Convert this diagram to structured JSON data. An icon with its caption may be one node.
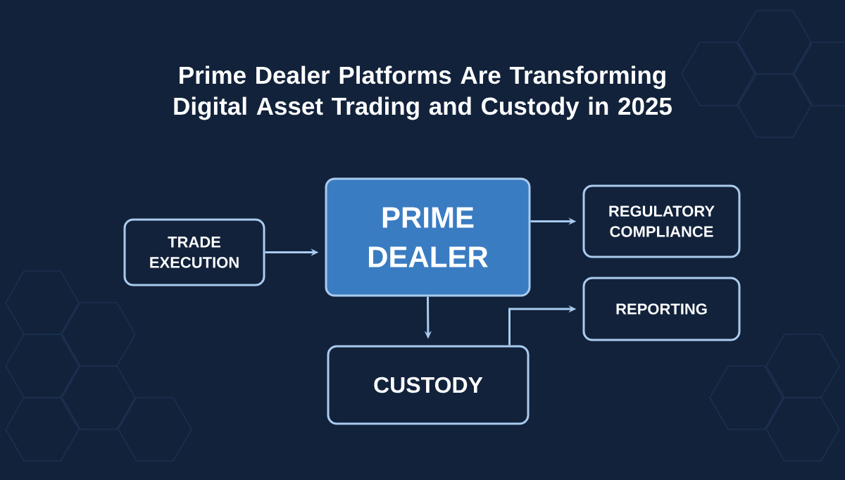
{
  "diagram": {
    "title": "Prime Dealer Platforms Are Transforming Digital Asset Trading and Custody in 2025",
    "nodes": [
      {
        "text": [
          "TRADE EXECUTION"
        ]
      },
      {
        "text": [
          "PRIME DEALER"
        ]
      },
      {
        "text": [
          "REGULATORY COMPLIANCE"
        ]
      },
      {
        "text": [
          "REPORTING"
        ]
      },
      {
        "text": [
          "CUSTODY"
        ]
      }
    ],
    "edges": [
      {
        "from": 0,
        "to": 1,
        "arrow": "to"
      },
      {
        "from": 1,
        "to": 2,
        "arrow": "to"
      },
      {
        "from": 1,
        "to": 4,
        "arrow": "to"
      },
      {
        "from": 4,
        "to": 3,
        "arrow": "to"
      }
    ]
  }
}
